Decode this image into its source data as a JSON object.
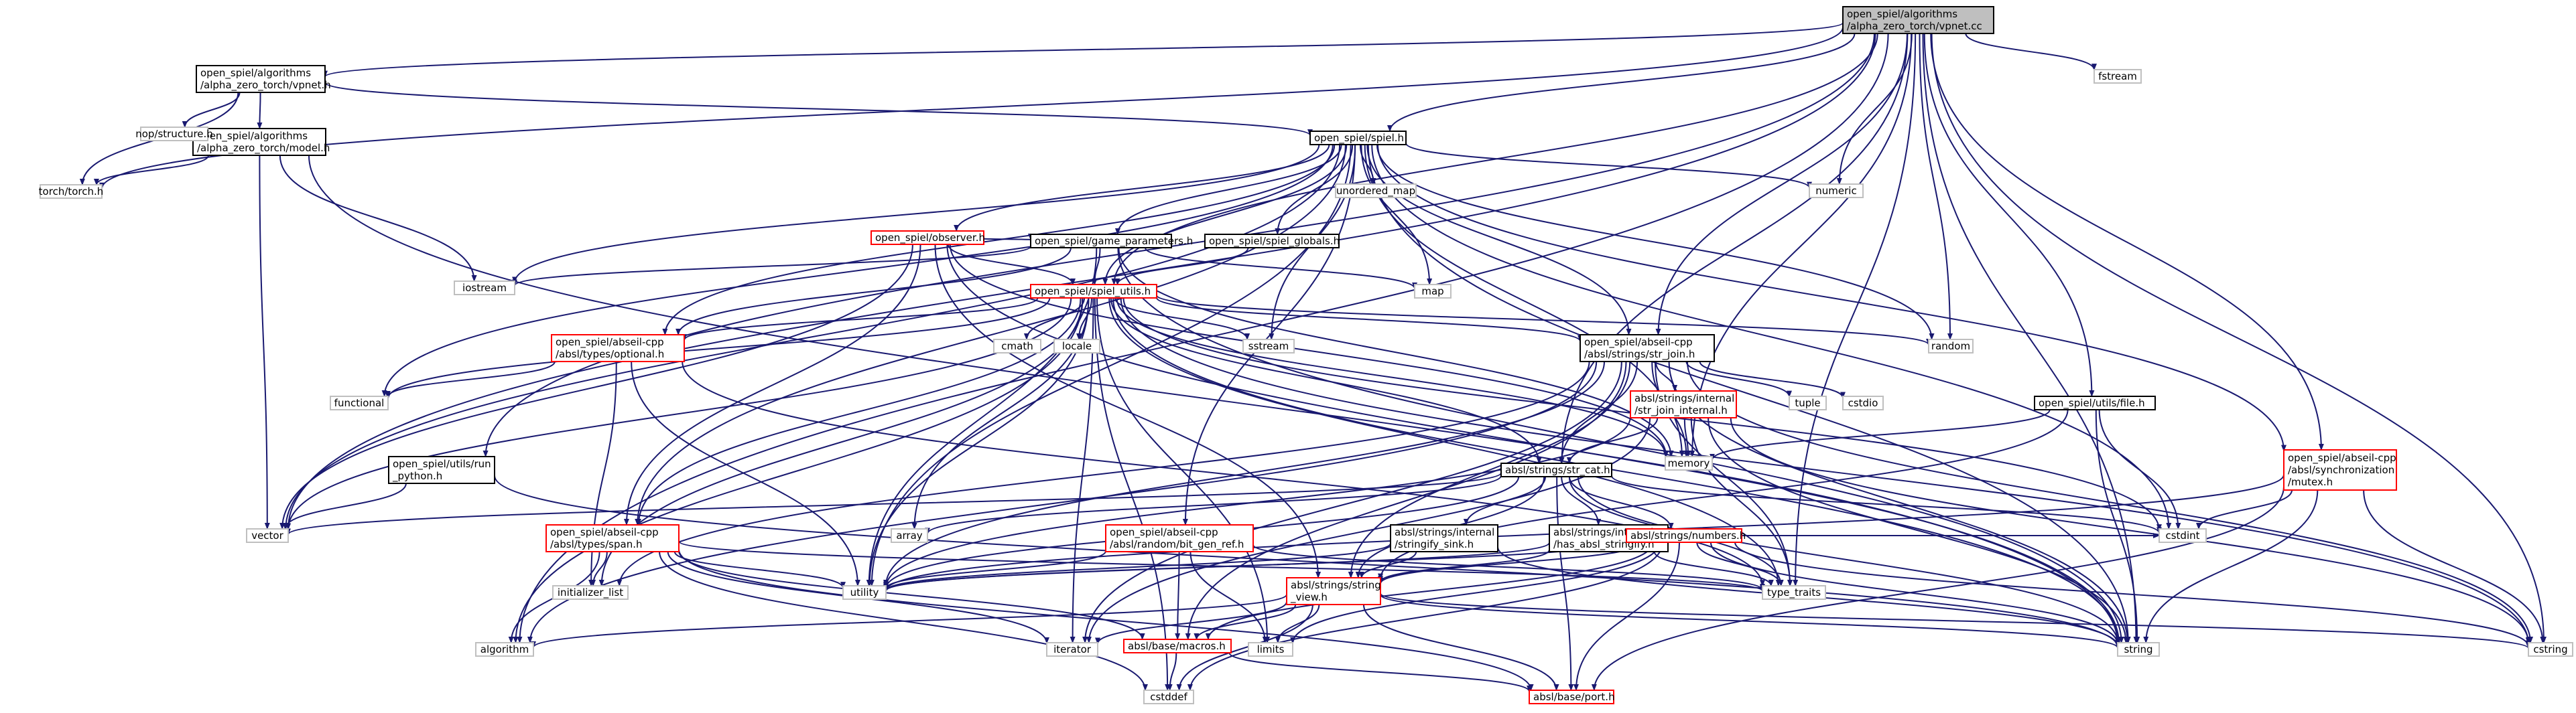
{
  "graph": {
    "nodes": [
      {
        "id": "root",
        "lines": [
          "open_spiel/algorithms",
          "/alpha_zero_torch/vpnet.cc"
        ],
        "kind": "root"
      },
      {
        "id": "vpnet_h",
        "lines": [
          "open_spiel/algorithms",
          "/alpha_zero_torch/vpnet.h"
        ],
        "kind": "normal"
      },
      {
        "id": "model_h",
        "lines": [
          "open_spiel/algorithms",
          "/alpha_zero_torch/model.h"
        ],
        "kind": "normal"
      },
      {
        "id": "torch_h",
        "lines": [
          "torch/torch.h"
        ],
        "kind": "grey"
      },
      {
        "id": "nop_h",
        "lines": [
          "nop/structure.h"
        ],
        "kind": "grey"
      },
      {
        "id": "fstream",
        "lines": [
          "fstream"
        ],
        "kind": "grey"
      },
      {
        "id": "spiel_h",
        "lines": [
          "open_spiel/spiel.h"
        ],
        "kind": "normal"
      },
      {
        "id": "numeric",
        "lines": [
          "numeric"
        ],
        "kind": "grey"
      },
      {
        "id": "unordered_map",
        "lines": [
          "unordered_map"
        ],
        "kind": "grey"
      },
      {
        "id": "observer_h",
        "lines": [
          "open_spiel/observer.h"
        ],
        "kind": "red"
      },
      {
        "id": "game_params_h",
        "lines": [
          "open_spiel/game_parameters.h"
        ],
        "kind": "normal"
      },
      {
        "id": "spiel_globals_h",
        "lines": [
          "open_spiel/spiel_globals.h"
        ],
        "kind": "normal"
      },
      {
        "id": "iostream",
        "lines": [
          "iostream"
        ],
        "kind": "grey"
      },
      {
        "id": "map",
        "lines": [
          "map"
        ],
        "kind": "grey"
      },
      {
        "id": "spiel_utils_h",
        "lines": [
          "open_spiel/spiel_utils.h"
        ],
        "kind": "red"
      },
      {
        "id": "random",
        "lines": [
          "random"
        ],
        "kind": "grey"
      },
      {
        "id": "sstream",
        "lines": [
          "sstream"
        ],
        "kind": "grey"
      },
      {
        "id": "cmath",
        "lines": [
          "cmath"
        ],
        "kind": "grey"
      },
      {
        "id": "locale",
        "lines": [
          "locale"
        ],
        "kind": "grey"
      },
      {
        "id": "optional_h",
        "lines": [
          "open_spiel/abseil-cpp",
          "/absl/types/optional.h"
        ],
        "kind": "red"
      },
      {
        "id": "str_join_h",
        "lines": [
          "open_spiel/abseil-cpp",
          "/absl/strings/str_join.h"
        ],
        "kind": "normal"
      },
      {
        "id": "functional",
        "lines": [
          "functional"
        ],
        "kind": "grey"
      },
      {
        "id": "str_join_internal_h",
        "lines": [
          "absl/strings/internal",
          "/str_join_internal.h"
        ],
        "kind": "red"
      },
      {
        "id": "tuple",
        "lines": [
          "tuple"
        ],
        "kind": "grey"
      },
      {
        "id": "cstdio",
        "lines": [
          "cstdio"
        ],
        "kind": "grey"
      },
      {
        "id": "file_h",
        "lines": [
          "open_spiel/utils/file.h"
        ],
        "kind": "normal"
      },
      {
        "id": "run_python_h",
        "lines": [
          "open_spiel/utils/run",
          "_python.h"
        ],
        "kind": "normal"
      },
      {
        "id": "memory",
        "lines": [
          "memory"
        ],
        "kind": "grey"
      },
      {
        "id": "str_cat_h",
        "lines": [
          "absl/strings/str_cat.h"
        ],
        "kind": "normal"
      },
      {
        "id": "mutex_h",
        "lines": [
          "open_spiel/abseil-cpp",
          "/absl/synchronization",
          "/mutex.h"
        ],
        "kind": "red"
      },
      {
        "id": "vector",
        "lines": [
          "vector"
        ],
        "kind": "grey"
      },
      {
        "id": "span_h",
        "lines": [
          "open_spiel/abseil-cpp",
          "/absl/types/span.h"
        ],
        "kind": "red"
      },
      {
        "id": "array",
        "lines": [
          "array"
        ],
        "kind": "grey"
      },
      {
        "id": "bit_gen_ref_h",
        "lines": [
          "open_spiel/abseil-cpp",
          "/absl/random/bit_gen_ref.h"
        ],
        "kind": "red"
      },
      {
        "id": "stringify_sink_h",
        "lines": [
          "absl/strings/internal",
          "/stringify_sink.h"
        ],
        "kind": "normal"
      },
      {
        "id": "has_absl_stringify_h",
        "lines": [
          "absl/strings/internal",
          "/has_absl_stringify.h"
        ],
        "kind": "normal"
      },
      {
        "id": "numbers_h",
        "lines": [
          "absl/strings/numbers.h"
        ],
        "kind": "red"
      },
      {
        "id": "cstdint",
        "lines": [
          "cstdint"
        ],
        "kind": "grey"
      },
      {
        "id": "initializer_list",
        "lines": [
          "initializer_list"
        ],
        "kind": "grey"
      },
      {
        "id": "utility",
        "lines": [
          "utility"
        ],
        "kind": "grey"
      },
      {
        "id": "string_view_h",
        "lines": [
          "absl/strings/string",
          "_view.h"
        ],
        "kind": "red"
      },
      {
        "id": "type_traits",
        "lines": [
          "type_traits"
        ],
        "kind": "grey"
      },
      {
        "id": "algorithm",
        "lines": [
          "algorithm"
        ],
        "kind": "grey"
      },
      {
        "id": "iterator",
        "lines": [
          "iterator"
        ],
        "kind": "grey"
      },
      {
        "id": "limits",
        "lines": [
          "limits"
        ],
        "kind": "grey"
      },
      {
        "id": "macros_h",
        "lines": [
          "absl/base/macros.h"
        ],
        "kind": "red"
      },
      {
        "id": "string",
        "lines": [
          "string"
        ],
        "kind": "grey"
      },
      {
        "id": "cstring",
        "lines": [
          "cstring"
        ],
        "kind": "grey"
      },
      {
        "id": "cstddef",
        "lines": [
          "cstddef"
        ],
        "kind": "grey"
      },
      {
        "id": "port_h",
        "lines": [
          "absl/base/port.h"
        ],
        "kind": "red"
      }
    ],
    "edges": [
      [
        "root",
        "vpnet_h"
      ],
      [
        "root",
        "fstream"
      ],
      [
        "root",
        "spiel_h"
      ],
      [
        "root",
        "numeric"
      ],
      [
        "root",
        "random"
      ],
      [
        "root",
        "spiel_utils_h"
      ],
      [
        "root",
        "str_join_h"
      ],
      [
        "root",
        "file_h"
      ],
      [
        "root",
        "run_python_h"
      ],
      [
        "root",
        "memory"
      ],
      [
        "root",
        "str_cat_h"
      ],
      [
        "root",
        "mutex_h"
      ],
      [
        "root",
        "vector"
      ],
      [
        "root",
        "string"
      ],
      [
        "root",
        "cstring"
      ],
      [
        "root",
        "algorithm"
      ],
      [
        "root",
        "torch_h"
      ],
      [
        "root",
        "type_traits"
      ],
      [
        "vpnet_h",
        "nop_h"
      ],
      [
        "vpnet_h",
        "torch_h"
      ],
      [
        "vpnet_h",
        "model_h"
      ],
      [
        "vpnet_h",
        "spiel_h"
      ],
      [
        "model_h",
        "torch_h"
      ],
      [
        "model_h",
        "iostream"
      ],
      [
        "model_h",
        "vector"
      ],
      [
        "model_h",
        "string"
      ],
      [
        "spiel_h",
        "numeric"
      ],
      [
        "spiel_h",
        "unordered_map"
      ],
      [
        "spiel_h",
        "observer_h"
      ],
      [
        "spiel_h",
        "game_params_h"
      ],
      [
        "spiel_h",
        "spiel_globals_h"
      ],
      [
        "spiel_h",
        "iostream"
      ],
      [
        "spiel_h",
        "map"
      ],
      [
        "spiel_h",
        "spiel_utils_h"
      ],
      [
        "spiel_h",
        "random"
      ],
      [
        "spiel_h",
        "sstream"
      ],
      [
        "spiel_h",
        "optional_h"
      ],
      [
        "spiel_h",
        "str_join_h"
      ],
      [
        "spiel_h",
        "functional"
      ],
      [
        "spiel_h",
        "memory"
      ],
      [
        "spiel_h",
        "mutex_h"
      ],
      [
        "spiel_h",
        "vector"
      ],
      [
        "spiel_h",
        "span_h"
      ],
      [
        "spiel_h",
        "bit_gen_ref_h"
      ],
      [
        "spiel_h",
        "utility"
      ],
      [
        "spiel_h",
        "string"
      ],
      [
        "spiel_h",
        "cstdint"
      ],
      [
        "observer_h",
        "game_params_h"
      ],
      [
        "observer_h",
        "spiel_utils_h"
      ],
      [
        "observer_h",
        "vector"
      ],
      [
        "observer_h",
        "span_h"
      ],
      [
        "observer_h",
        "string"
      ],
      [
        "observer_h",
        "string_view_h"
      ],
      [
        "observer_h",
        "memory"
      ],
      [
        "game_params_h",
        "iostream"
      ],
      [
        "game_params_h",
        "map"
      ],
      [
        "game_params_h",
        "spiel_utils_h"
      ],
      [
        "game_params_h",
        "optional_h"
      ],
      [
        "game_params_h",
        "string"
      ],
      [
        "game_params_h",
        "memory"
      ],
      [
        "game_params_h",
        "utility"
      ],
      [
        "spiel_globals_h",
        "spiel_utils_h"
      ],
      [
        "spiel_utils_h",
        "random"
      ],
      [
        "spiel_utils_h",
        "sstream"
      ],
      [
        "spiel_utils_h",
        "cmath"
      ],
      [
        "spiel_utils_h",
        "locale"
      ],
      [
        "spiel_utils_h",
        "optional_h"
      ],
      [
        "spiel_utils_h",
        "str_join_h"
      ],
      [
        "spiel_utils_h",
        "str_cat_h"
      ],
      [
        "spiel_utils_h",
        "span_h"
      ],
      [
        "spiel_utils_h",
        "vector"
      ],
      [
        "spiel_utils_h",
        "functional"
      ],
      [
        "spiel_utils_h",
        "array"
      ],
      [
        "spiel_utils_h",
        "utility"
      ],
      [
        "spiel_utils_h",
        "limits"
      ],
      [
        "spiel_utils_h",
        "memory"
      ],
      [
        "spiel_utils_h",
        "algorithm"
      ],
      [
        "spiel_utils_h",
        "iterator"
      ],
      [
        "spiel_utils_h",
        "cstdint"
      ],
      [
        "spiel_utils_h",
        "string"
      ],
      [
        "spiel_utils_h",
        "type_traits"
      ],
      [
        "spiel_utils_h",
        "cstring"
      ],
      [
        "spiel_utils_h",
        "cstddef"
      ],
      [
        "spiel_utils_h",
        "initializer_list"
      ],
      [
        "optional_h",
        "functional"
      ],
      [
        "optional_h",
        "initializer_list"
      ],
      [
        "optional_h",
        "utility"
      ],
      [
        "optional_h",
        "type_traits"
      ],
      [
        "str_join_h",
        "str_join_internal_h"
      ],
      [
        "str_join_h",
        "tuple"
      ],
      [
        "str_join_h",
        "cstdio"
      ],
      [
        "str_join_h",
        "memory"
      ],
      [
        "str_join_h",
        "str_cat_h"
      ],
      [
        "str_join_h",
        "string_view_h"
      ],
      [
        "str_join_h",
        "macros_h"
      ],
      [
        "str_join_h",
        "utility"
      ],
      [
        "str_join_h",
        "iterator"
      ],
      [
        "str_join_h",
        "string"
      ],
      [
        "str_join_h",
        "type_traits"
      ],
      [
        "str_join_h",
        "cstring"
      ],
      [
        "str_join_h",
        "initializer_list"
      ],
      [
        "str_join_h",
        "algorithm"
      ],
      [
        "str_join_internal_h",
        "str_cat_h"
      ],
      [
        "str_join_internal_h",
        "memory"
      ],
      [
        "str_join_internal_h",
        "string"
      ],
      [
        "str_join_internal_h",
        "type_traits"
      ],
      [
        "str_join_internal_h",
        "utility"
      ],
      [
        "str_join_internal_h",
        "iterator"
      ],
      [
        "str_join_internal_h",
        "cstring"
      ],
      [
        "file_h",
        "memory"
      ],
      [
        "file_h",
        "string"
      ],
      [
        "file_h",
        "cstdint"
      ],
      [
        "file_h",
        "string_view_h"
      ],
      [
        "run_python_h",
        "vector"
      ],
      [
        "run_python_h",
        "string"
      ],
      [
        "str_cat_h",
        "array"
      ],
      [
        "str_cat_h",
        "stringify_sink_h"
      ],
      [
        "str_cat_h",
        "has_absl_stringify_h"
      ],
      [
        "str_cat_h",
        "numbers_h"
      ],
      [
        "str_cat_h",
        "string_view_h"
      ],
      [
        "str_cat_h",
        "vector"
      ],
      [
        "str_cat_h",
        "cstdint"
      ],
      [
        "str_cat_h",
        "string"
      ],
      [
        "str_cat_h",
        "type_traits"
      ],
      [
        "str_cat_h",
        "utility"
      ],
      [
        "str_cat_h",
        "port_h"
      ],
      [
        "mutex_h",
        "cstdint"
      ],
      [
        "mutex_h",
        "string"
      ],
      [
        "mutex_h",
        "cstring"
      ],
      [
        "mutex_h",
        "port_h"
      ],
      [
        "mutex_h",
        "utility"
      ],
      [
        "span_h",
        "initializer_list"
      ],
      [
        "span_h",
        "utility"
      ],
      [
        "span_h",
        "algorithm"
      ],
      [
        "span_h",
        "type_traits"
      ],
      [
        "span_h",
        "iterator"
      ],
      [
        "span_h",
        "cstddef"
      ],
      [
        "span_h",
        "macros_h"
      ],
      [
        "span_h",
        "port_h"
      ],
      [
        "bit_gen_ref_h",
        "limits"
      ],
      [
        "bit_gen_ref_h",
        "type_traits"
      ],
      [
        "bit_gen_ref_h",
        "utility"
      ],
      [
        "bit_gen_ref_h",
        "macros_h"
      ],
      [
        "stringify_sink_h",
        "string_view_h"
      ],
      [
        "stringify_sink_h",
        "utility"
      ],
      [
        "stringify_sink_h",
        "string"
      ],
      [
        "has_absl_stringify_h",
        "string_view_h"
      ],
      [
        "has_absl_stringify_h",
        "type_traits"
      ],
      [
        "has_absl_stringify_h",
        "utility"
      ],
      [
        "numbers_h",
        "string_view_h"
      ],
      [
        "numbers_h",
        "cstddef"
      ],
      [
        "numbers_h",
        "cstdint"
      ],
      [
        "numbers_h",
        "limits"
      ],
      [
        "numbers_h",
        "string"
      ],
      [
        "numbers_h",
        "type_traits"
      ],
      [
        "numbers_h",
        "macros_h"
      ],
      [
        "numbers_h",
        "port_h"
      ],
      [
        "numbers_h",
        "cstring"
      ],
      [
        "numbers_h",
        "utility"
      ],
      [
        "string_view_h",
        "algorithm"
      ],
      [
        "string_view_h",
        "iterator"
      ],
      [
        "string_view_h",
        "limits"
      ],
      [
        "string_view_h",
        "string"
      ],
      [
        "string_view_h",
        "cstring"
      ],
      [
        "string_view_h",
        "cstddef"
      ],
      [
        "string_view_h",
        "macros_h"
      ],
      [
        "string_view_h",
        "port_h"
      ],
      [
        "macros_h",
        "cstddef"
      ],
      [
        "macros_h",
        "port_h"
      ]
    ]
  },
  "colors": {
    "edge": "#191970",
    "root_fill": "#bfbfbf",
    "normal_border": "#000000",
    "red_border": "#ff0000",
    "grey_border": "#bfbfbf"
  }
}
